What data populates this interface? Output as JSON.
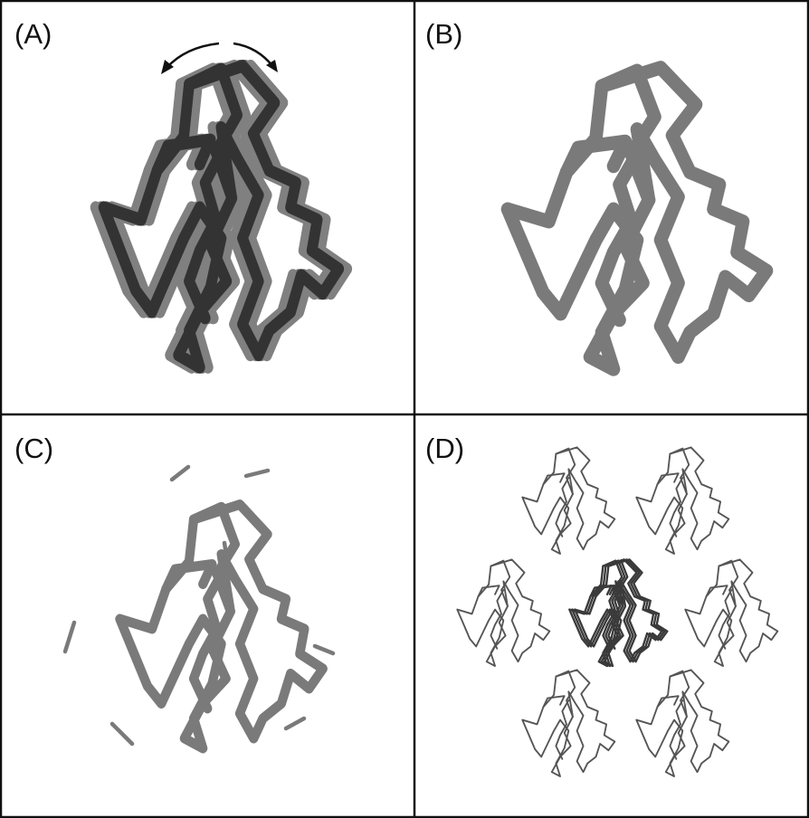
{
  "panels": [
    {
      "label": "(A)"
    },
    {
      "label": "(B)"
    },
    {
      "label": "(C)"
    },
    {
      "label": "(D)"
    }
  ],
  "colors": {
    "frame": "#111111",
    "backbone": "#7a7a7a",
    "backbone_dark": "#3a3a3a",
    "arrow": "#111111",
    "thin_backbone": "#555555"
  }
}
